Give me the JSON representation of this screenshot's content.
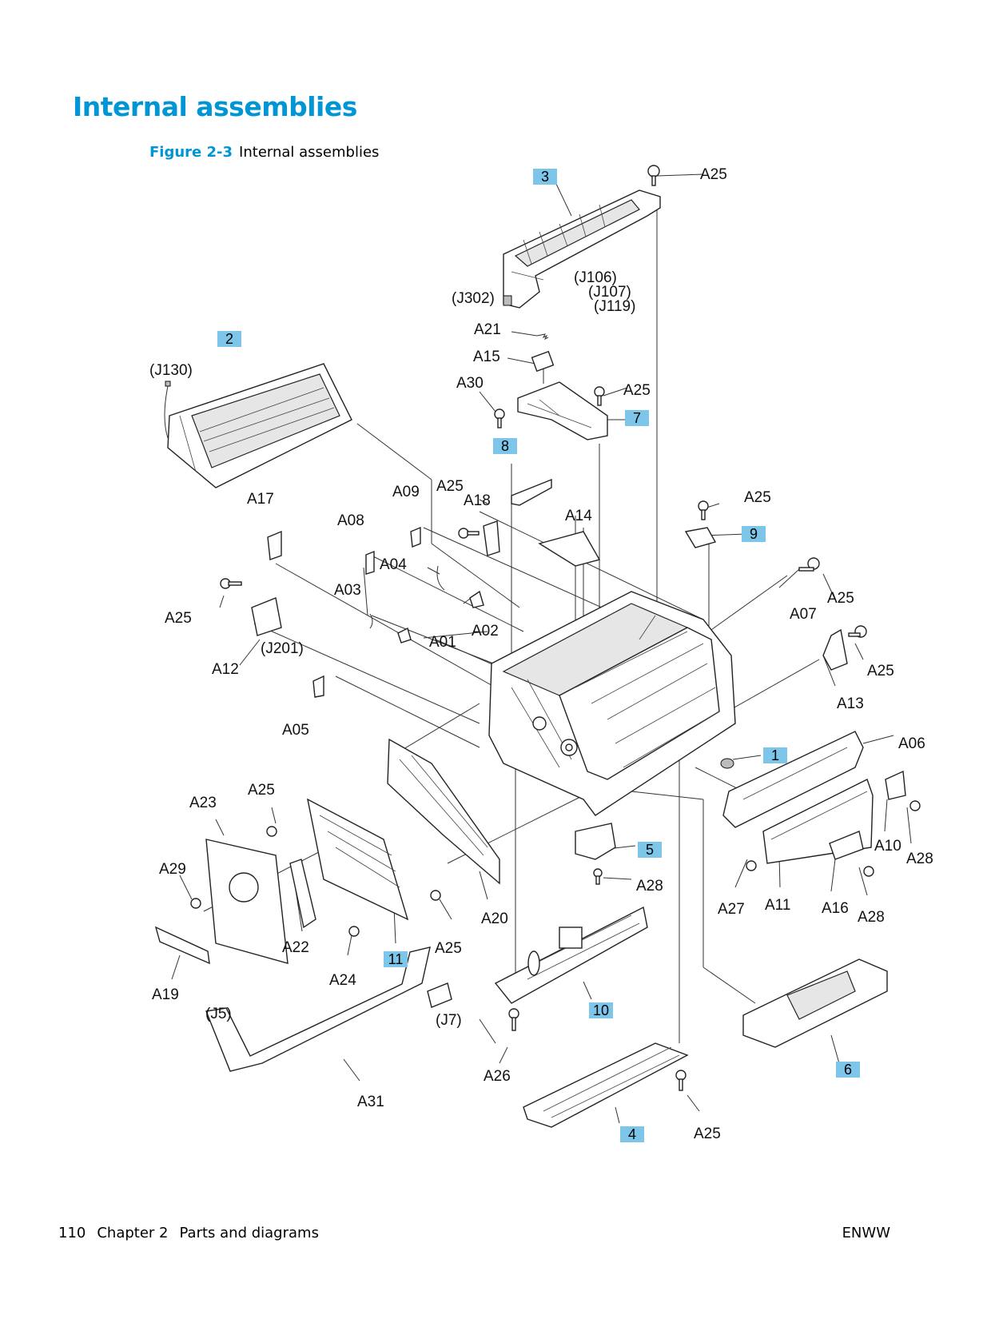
{
  "heading": "Internal assemblies",
  "figure": {
    "number": "Figure 2-3",
    "title": "Internal assemblies"
  },
  "callouts": {
    "c1": "1",
    "c2": "2",
    "c3": "3",
    "c4": "4",
    "c5": "5",
    "c6": "6",
    "c7": "7",
    "c8": "8",
    "c9": "9",
    "c10": "10",
    "c11": "11"
  },
  "labels": {
    "a01": "A01",
    "a02": "A02",
    "a03": "A03",
    "a04": "A04",
    "a05": "A05",
    "a06": "A06",
    "a07": "A07",
    "a08": "A08",
    "a09": "A09",
    "a10": "A10",
    "a11": "A11",
    "a12": "A12",
    "a13": "A13",
    "a14": "A14",
    "a15": "A15",
    "a16": "A16",
    "a17": "A17",
    "a18": "A18",
    "a19": "A19",
    "a20": "A20",
    "a21": "A21",
    "a22": "A22",
    "a23": "A23",
    "a24": "A24",
    "a25": "A25",
    "a26": "A26",
    "a27": "A27",
    "a28": "A28",
    "a29": "A29",
    "a30": "A30",
    "a31": "A31"
  },
  "connectors": {
    "j106": "(J106)",
    "j107": "(J107)",
    "j119": "(J119)",
    "j302": "(J302)",
    "j130": "(J130)",
    "j201": "(J201)",
    "j5": "(J5)",
    "j7": "(J7)"
  },
  "footer": {
    "page": "110",
    "chapter": "Chapter 2",
    "section": "Parts and diagrams",
    "right": "ENWW"
  },
  "colors": {
    "heading": "#0096d6",
    "callout_box": "#7dc6ea"
  }
}
